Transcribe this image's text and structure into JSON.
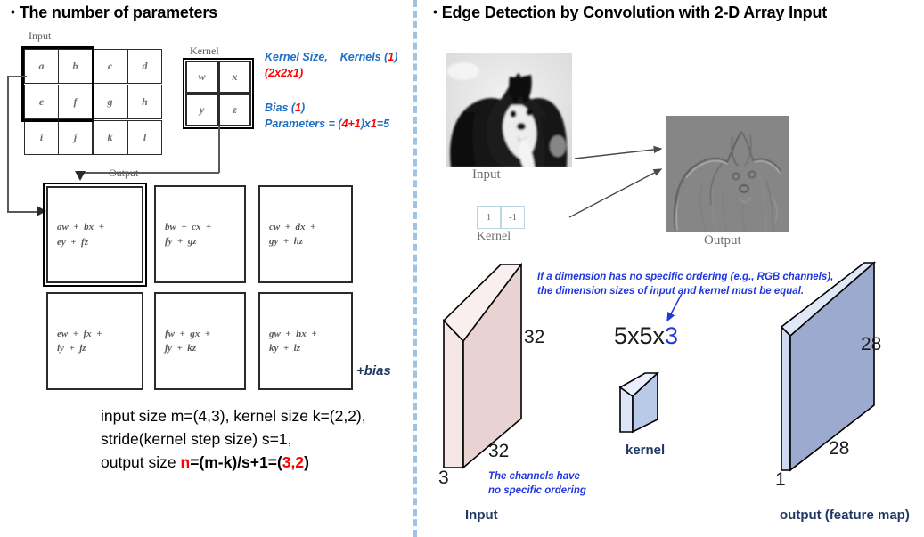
{
  "slide": {
    "left_panel": {
      "header": "The number of parameters",
      "bullet": "•",
      "diagram": {
        "input_label": "Input",
        "kernel_label": "Kernel",
        "output_label": "Output",
        "input_cells": [
          "a",
          "b",
          "c",
          "d",
          "e",
          "f",
          "g",
          "h",
          "i",
          "j",
          "k",
          "l"
        ],
        "kernel_cells": [
          "w",
          "x",
          "y",
          "z"
        ],
        "output_cells": [
          {
            "line1": "aw  +  bx  +",
            "line2": "ey  +  fz"
          },
          {
            "line1": "bw  +  cx  +",
            "line2": "fy  +  gz"
          },
          {
            "line1": "cw  +  dx  +",
            "line2": "gy  +  hz"
          },
          {
            "line1": "ew  +  fx  +",
            "line2": "iy  +  jz"
          },
          {
            "line1": "fw  +  gx  +",
            "line2": "jy  +  kz"
          },
          {
            "line1": "gw  +  hx  +",
            "line2": "ky  +  lz"
          }
        ],
        "bias_note": "+bias"
      },
      "annotations": {
        "line1_a": "Kernel Size,",
        "line1_b": "Kernels (",
        "line1_c": "1",
        "line1_d": ")",
        "line2_a": "(",
        "line2_b": "2x2x1",
        "line2_c": ")",
        "line3_a": "Bias (",
        "line3_b": "1",
        "line3_c": ")",
        "line4_a": "Parameters = (",
        "line4_b": "4+1",
        "line4_c": ")x",
        "line4_d": "1",
        "line4_e": "=5"
      },
      "formula": {
        "line1": "input size m=(4,3), kernel size k=(2,2),",
        "line2": "stride(kernel step size) s=1,",
        "line3_pre": "output size ",
        "line3_n": "n",
        "line3_mid": "=(m-k)/s+1=(",
        "line3_val": "3,2",
        "line3_post": ")"
      }
    },
    "right_panel": {
      "header": "Edge Detection by Convolution with 2-D Array Input",
      "bullet": "•",
      "edge_demo": {
        "input_caption": "Input",
        "output_caption": "Output",
        "kernel_caption": "Kernel",
        "kernel_values": [
          "1",
          "-1"
        ]
      },
      "tensor_diagram": {
        "input_label": "Input",
        "input_dim_height": "32",
        "input_dim_width": "32",
        "input_dim_depth": "3",
        "input_note_line1": "The channels have",
        "input_note_line2": "no specific ordering",
        "kernel_label": "kernel",
        "kernel_dim_prefix": "5x5x",
        "kernel_dim_channels": "3",
        "kernel_note_line1": "If a dimension has no specific ordering (e.g., RGB channels),",
        "kernel_note_line2": "the dimension sizes of input and kernel must be equal.",
        "output_label": "output (feature map)",
        "output_dim_height": "28",
        "output_dim_width": "28",
        "output_dim_depth": "1"
      }
    },
    "colors": {
      "annotation_blue": "#1F6FC4",
      "highlight_red": "#FF0000",
      "note_blue": "#2038DE",
      "label_navy": "#1F3864",
      "divider_blue": "#9DC3E6",
      "input_tensor_face": "#E8D3D2",
      "input_tensor_side": "#F6E7E6",
      "output_tensor_face": "#9BAACE",
      "output_tensor_side": "#CEDAF0"
    }
  }
}
